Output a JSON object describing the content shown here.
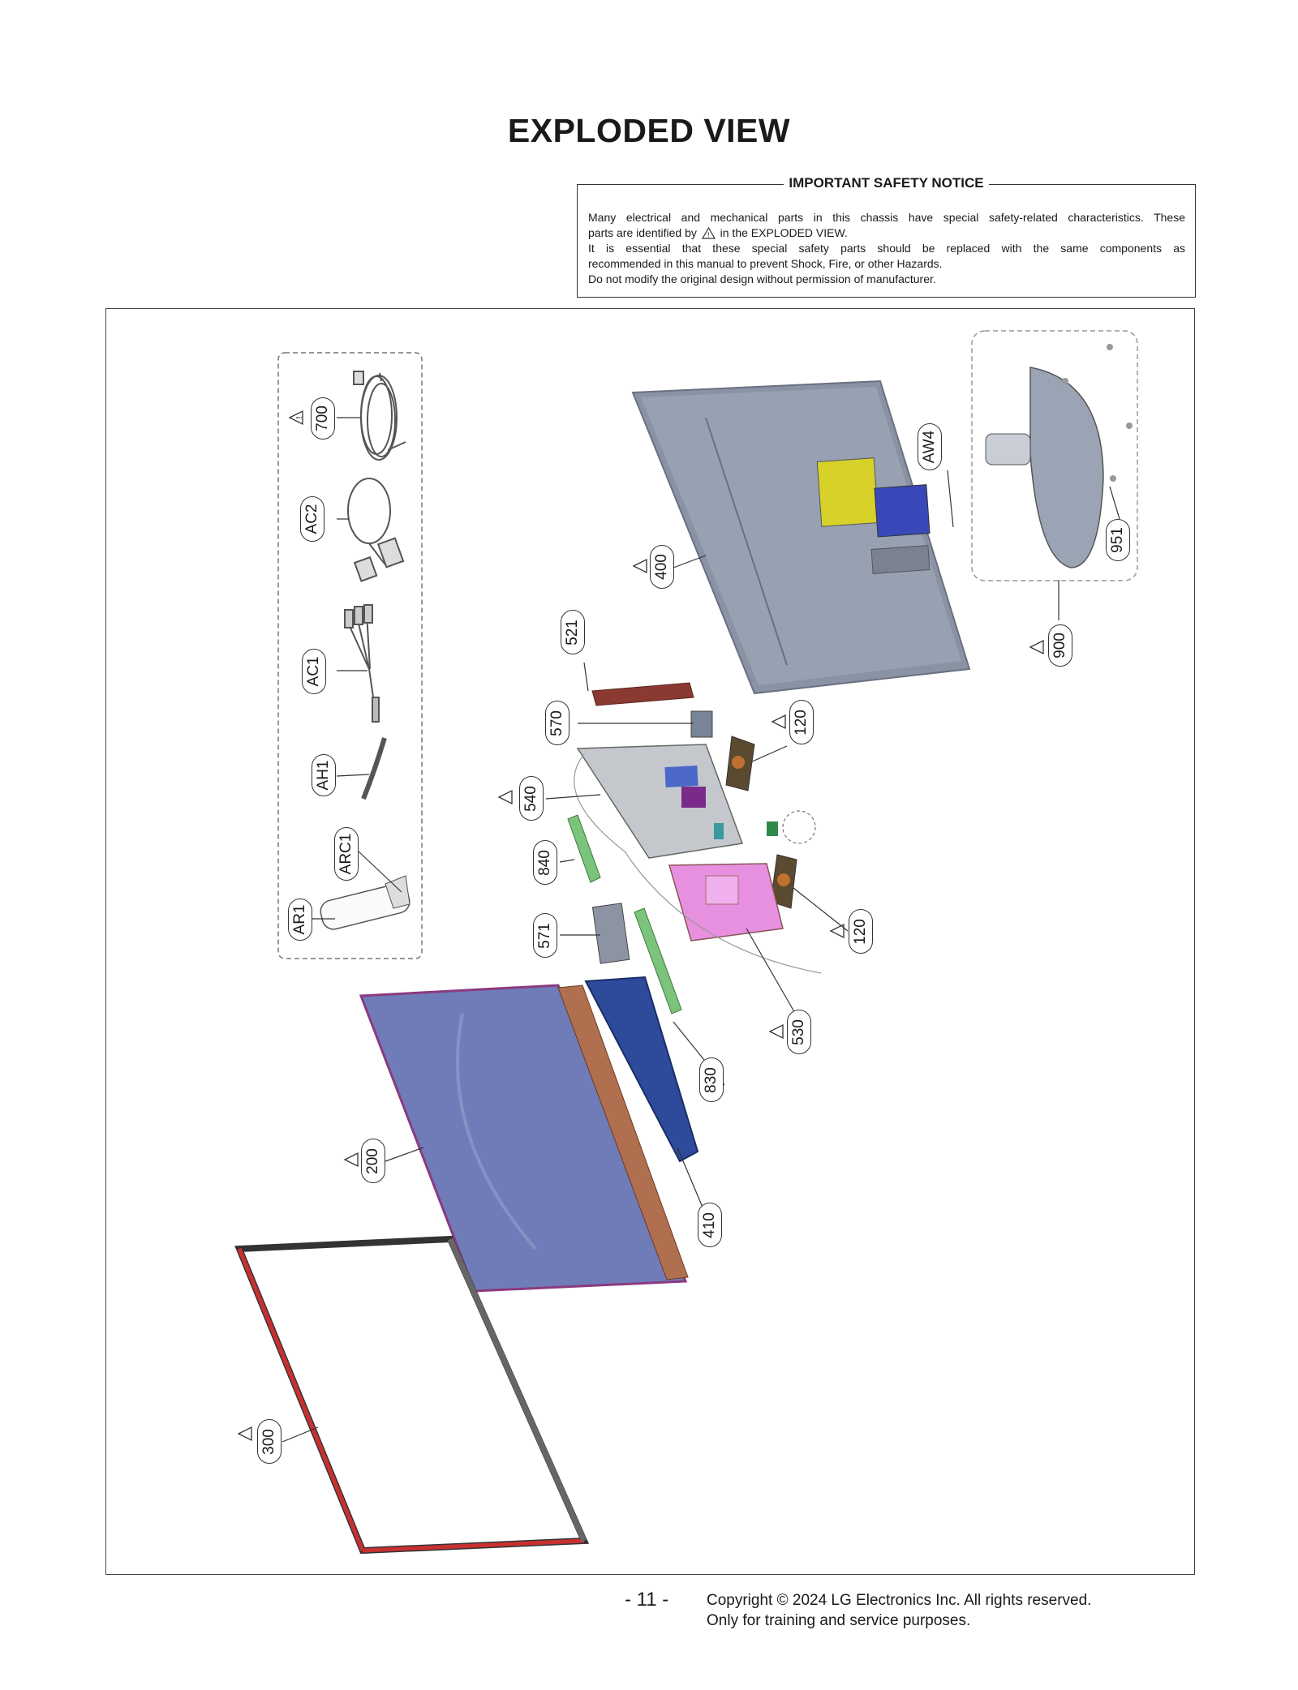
{
  "page": {
    "title": "EXPLODED VIEW",
    "page_number": "- 11 -",
    "copyright_line1": "Copyright © 2024 LG Electronics Inc. All rights reserved.",
    "copyright_line2": "Only for training and service purposes."
  },
  "notice": {
    "heading": "IMPORTANT SAFETY NOTICE",
    "line1": "Many electrical and mechanical parts in this chassis have special safety-related characteristics. These",
    "line2_pre": "parts are identified by",
    "line2_post": "in the EXPLODED VIEW.",
    "line3": "It is essential that these special safety parts should be replaced with the same components as",
    "line4": "recommended in this manual to prevent Shock, Fire, or other Hazards.",
    "line5": "Do not modify the original design without permission of manufacturer."
  },
  "parts": {
    "p700": "700",
    "pAC2": "AC2",
    "pAC1": "AC1",
    "pAH1": "AH1",
    "pARC1": "ARC1",
    "pAR1": "AR1",
    "p400": "400",
    "pAW4": "AW4",
    "p951": "951",
    "p900": "900",
    "p521": "521",
    "p570": "570",
    "p120a": "120",
    "p540": "540",
    "p840": "840",
    "p120b": "120",
    "p571": "571",
    "p530": "530",
    "p830": "830",
    "p200": "200",
    "p410": "410",
    "p300": "300"
  }
}
